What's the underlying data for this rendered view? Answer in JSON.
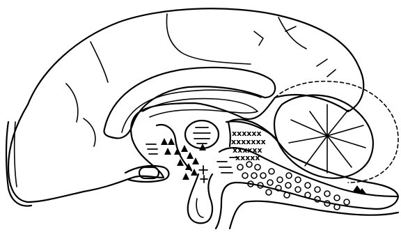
{
  "figure": {
    "stroke_color": "#000000",
    "background_color": "#ffffff",
    "symbol_legend": [
      {
        "symbol": "filled-triangle",
        "region": "hypothalamus"
      },
      {
        "symbol": "dash",
        "region": "thalamus"
      },
      {
        "symbol": "cross",
        "region": "midbrain-tegmentum"
      },
      {
        "symbol": "open-circle",
        "region": "pons-medulla"
      },
      {
        "symbol": "plus",
        "region": "mammillary"
      }
    ]
  }
}
